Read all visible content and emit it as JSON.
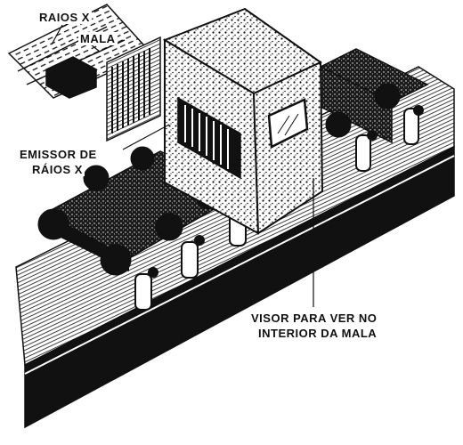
{
  "labels": {
    "raios_x": "RAIOS X",
    "mala": "MALA",
    "emissor_line1": "EMISSOR DE",
    "emissor_line2": "RÁIOS X",
    "visor_line1": "VISOR PARA VER NO",
    "visor_line2": "INTERIOR DA MALA"
  },
  "colors": {
    "ink": "#111111",
    "paper": "#ffffff"
  }
}
